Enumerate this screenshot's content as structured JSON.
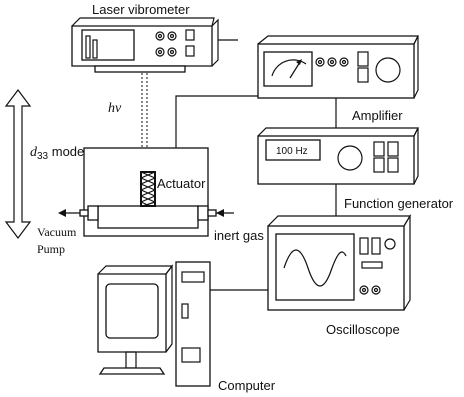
{
  "labels": {
    "laser_vibrometer": "Laser vibrometer",
    "hv": "hv",
    "d33_mode_d": "d",
    "d33_mode_sub": "33",
    "d33_mode_rest": " mode",
    "actuator": "Actuator",
    "vacuum": "Vacuum",
    "pump": "Pump",
    "inert_gas": "inert gas",
    "amplifier": "Amplifier",
    "function_generator": "Function generator",
    "oscilloscope": "Oscilloscope",
    "computer": "Computer",
    "frequency_display": "100 Hz"
  },
  "colors": {
    "stroke": "#111111",
    "background": "#ffffff"
  }
}
